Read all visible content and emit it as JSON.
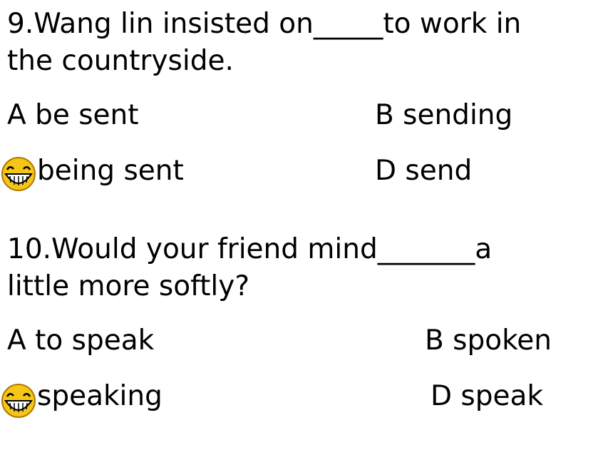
{
  "questions": [
    {
      "stem_line1": "9.Wang lin insisted on_____to work in",
      "stem_line2": "the countryside.",
      "option_a": "A be sent",
      "option_b": "B sending",
      "option_c": "being sent",
      "option_d": "D send",
      "answer_marker_icon": "grinning-smiley-icon"
    },
    {
      "stem_line1": "10.Would your friend mind_______a",
      "stem_line2": "little more softly?",
      "option_a": "A to speak",
      "option_b": "B spoken",
      "option_c": "speaking",
      "option_d": "D speak",
      "answer_marker_icon": "grinning-smiley-icon"
    }
  ],
  "colors": {
    "text": "#000000",
    "background": "#ffffff",
    "smiley_face": "#f5c518",
    "smiley_outline": "#b07a00"
  }
}
